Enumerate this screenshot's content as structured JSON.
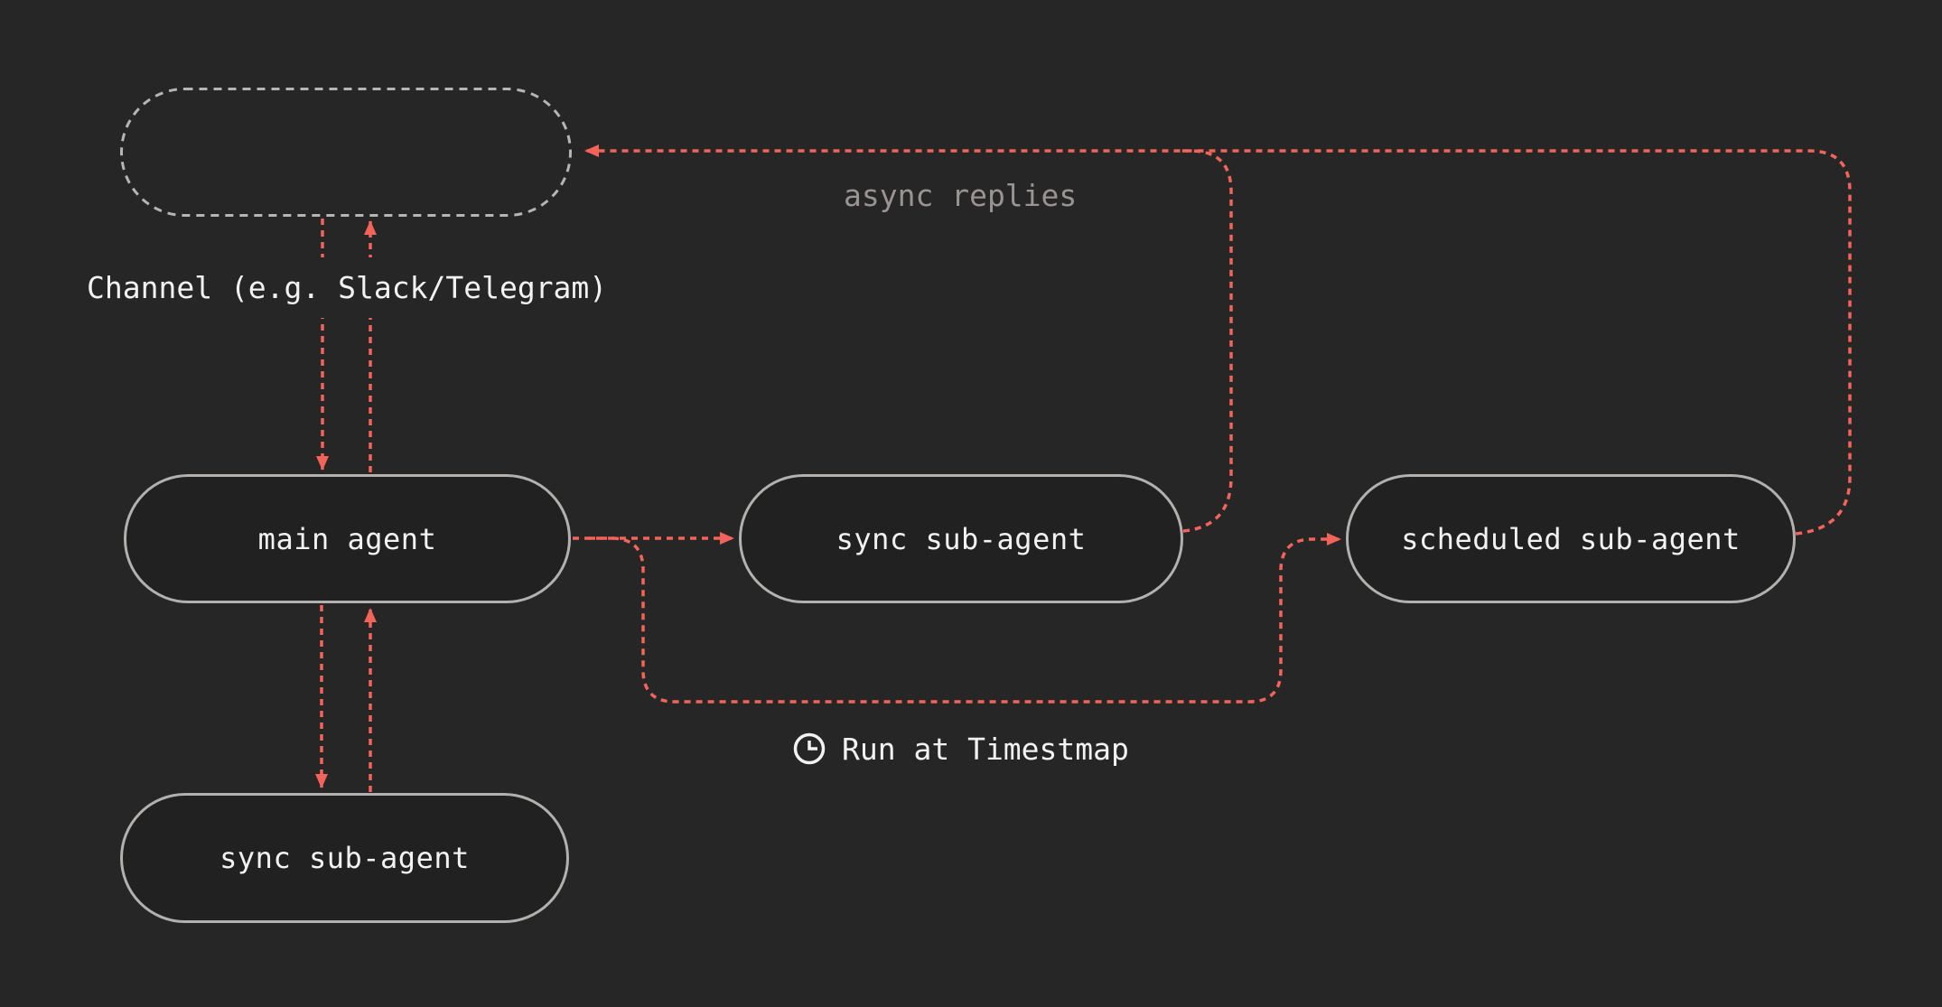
{
  "nodes": {
    "main_agent": "main agent",
    "sync_sub_agent": "sync sub-agent",
    "scheduled_sub_agent": "scheduled sub-agent",
    "sync_sub_agent_bottom": "sync sub-agent"
  },
  "captions": {
    "channel": "Channel (e.g. Slack/Telegram)",
    "async_replies": "async replies",
    "run_at_timestamp": "Run at Timestmap"
  },
  "colors": {
    "background": "#262626",
    "node_fill": "#212121",
    "node_border": "#b3b0ad",
    "channel_border": "#b5b5b5",
    "edge": "#f2635a",
    "text": "#f2f2f2",
    "muted_text": "#9a9391"
  },
  "icons": {
    "clock": "clock-icon"
  }
}
